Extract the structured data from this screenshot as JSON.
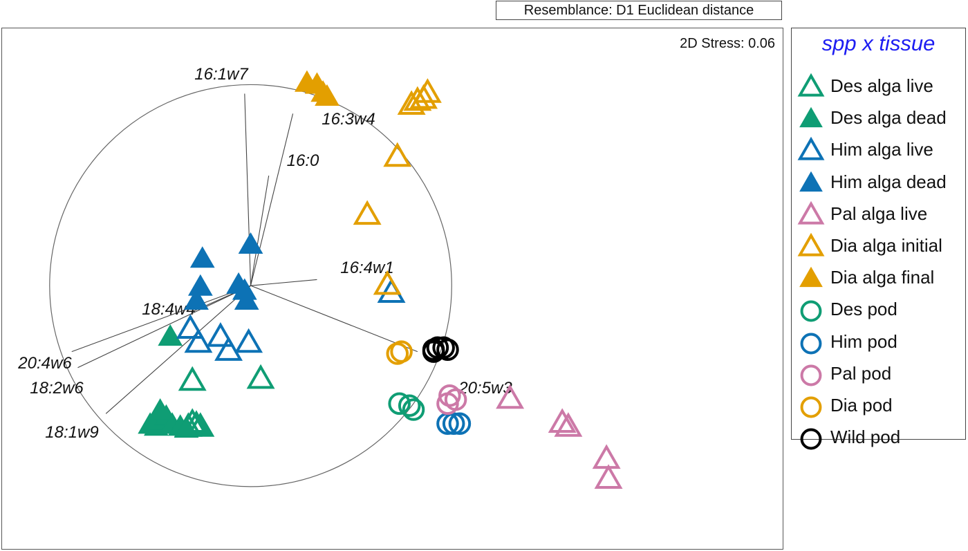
{
  "chart_data": {
    "type": "scatter",
    "subtitle": "Resemblance: D1 Euclidean distance",
    "stress_label": "2D Stress: 0.06",
    "legend_title": "spp x tissue",
    "colors": {
      "green": "#0f9d74",
      "blue": "#0d72b5",
      "pink": "#cc79a7",
      "orange": "#e39f00",
      "black": "#000000"
    },
    "groups": [
      {
        "name": "Des alga live",
        "color": "green",
        "marker": "triangle",
        "filled": false
      },
      {
        "name": "Des alga dead",
        "color": "green",
        "marker": "triangle",
        "filled": true
      },
      {
        "name": "Him alga live",
        "color": "blue",
        "marker": "triangle",
        "filled": false
      },
      {
        "name": "Him alga dead",
        "color": "blue",
        "marker": "triangle",
        "filled": true
      },
      {
        "name": "Pal alga live",
        "color": "pink",
        "marker": "triangle",
        "filled": false
      },
      {
        "name": "Dia alga initial",
        "color": "orange",
        "marker": "triangle",
        "filled": false
      },
      {
        "name": "Dia alga final",
        "color": "orange",
        "marker": "triangle",
        "filled": true
      },
      {
        "name": "Des pod",
        "color": "green",
        "marker": "circle",
        "filled": false
      },
      {
        "name": "Him pod",
        "color": "blue",
        "marker": "circle",
        "filled": false
      },
      {
        "name": "Pal pod",
        "color": "pink",
        "marker": "circle",
        "filled": false
      },
      {
        "name": "Dia pod",
        "color": "orange",
        "marker": "circle",
        "filled": false
      },
      {
        "name": "Wild pod",
        "color": "black",
        "marker": "circle",
        "filled": false
      }
    ],
    "xlim": [
      -1.24,
      2.65
    ],
    "ylim": [
      -1.32,
      1.29
    ],
    "vector_circle_radius": 1,
    "vectors": [
      {
        "label": "16:1w7",
        "x": -0.03,
        "y": 0.96
      },
      {
        "label": "16:3w4",
        "x": 0.21,
        "y": 0.86
      },
      {
        "label": "16:0",
        "x": 0.09,
        "y": 0.55
      },
      {
        "label": "16:4w1",
        "x": 0.33,
        "y": 0.03
      },
      {
        "label": "18:4w4",
        "x": -0.29,
        "y": -0.13
      },
      {
        "label": "20:4w6",
        "x": -0.89,
        "y": -0.33
      },
      {
        "label": "18:2w6",
        "x": -0.86,
        "y": -0.41
      },
      {
        "label": "18:1w9",
        "x": -0.72,
        "y": -0.64
      },
      {
        "label": "20:5w3",
        "x": 0.83,
        "y": -0.33
      }
    ],
    "points": [
      {
        "g": 0,
        "x": -0.29,
        "y": -0.48
      },
      {
        "g": 0,
        "x": -0.29,
        "y": -0.69
      },
      {
        "g": 0,
        "x": -0.27,
        "y": -0.7
      },
      {
        "g": 0,
        "x": -0.25,
        "y": -0.71
      },
      {
        "g": 0,
        "x": -0.31,
        "y": -0.71
      },
      {
        "g": 0,
        "x": 0.05,
        "y": -0.47
      },
      {
        "g": 1,
        "x": -0.4,
        "y": -0.26
      },
      {
        "g": 1,
        "x": -0.5,
        "y": -0.7
      },
      {
        "g": 1,
        "x": -0.47,
        "y": -0.71
      },
      {
        "g": 1,
        "x": -0.44,
        "y": -0.68
      },
      {
        "g": 1,
        "x": -0.42,
        "y": -0.66
      },
      {
        "g": 1,
        "x": -0.39,
        "y": -0.7
      },
      {
        "g": 1,
        "x": -0.35,
        "y": -0.71
      },
      {
        "g": 1,
        "x": -0.32,
        "y": -0.72
      },
      {
        "g": 1,
        "x": -0.45,
        "y": -0.63
      },
      {
        "g": 2,
        "x": -0.3,
        "y": -0.22
      },
      {
        "g": 2,
        "x": -0.26,
        "y": -0.29
      },
      {
        "g": 2,
        "x": -0.15,
        "y": -0.26
      },
      {
        "g": 2,
        "x": -0.11,
        "y": -0.33
      },
      {
        "g": 2,
        "x": -0.01,
        "y": -0.29
      },
      {
        "g": 2,
        "x": 0.7,
        "y": -0.04
      },
      {
        "g": 3,
        "x": -0.24,
        "y": 0.13
      },
      {
        "g": 3,
        "x": -0.25,
        "y": -0.01
      },
      {
        "g": 3,
        "x": -0.27,
        "y": -0.08
      },
      {
        "g": 3,
        "x": 0.0,
        "y": 0.2
      },
      {
        "g": 3,
        "x": -0.06,
        "y": 0.0
      },
      {
        "g": 3,
        "x": -0.03,
        "y": -0.03
      },
      {
        "g": 3,
        "x": -0.02,
        "y": -0.08
      },
      {
        "g": 4,
        "x": 1.29,
        "y": -0.57
      },
      {
        "g": 4,
        "x": 1.55,
        "y": -0.69
      },
      {
        "g": 4,
        "x": 1.58,
        "y": -0.71
      },
      {
        "g": 4,
        "x": 1.77,
        "y": -0.87
      },
      {
        "g": 4,
        "x": 1.78,
        "y": -0.97
      },
      {
        "g": 5,
        "x": 0.58,
        "y": 0.35
      },
      {
        "g": 5,
        "x": 0.73,
        "y": 0.64
      },
      {
        "g": 5,
        "x": 0.8,
        "y": 0.9
      },
      {
        "g": 5,
        "x": 0.83,
        "y": 0.92
      },
      {
        "g": 5,
        "x": 0.86,
        "y": 0.93
      },
      {
        "g": 5,
        "x": 0.88,
        "y": 0.96
      },
      {
        "g": 5,
        "x": 0.68,
        "y": 0.0
      },
      {
        "g": 6,
        "x": 0.28,
        "y": 1.01
      },
      {
        "g": 6,
        "x": 0.33,
        "y": 1.0
      },
      {
        "g": 6,
        "x": 0.36,
        "y": 0.96
      },
      {
        "g": 6,
        "x": 0.38,
        "y": 0.94
      },
      {
        "g": 7,
        "x": 0.74,
        "y": -0.59
      },
      {
        "g": 7,
        "x": 0.79,
        "y": -0.6
      },
      {
        "g": 7,
        "x": 0.81,
        "y": -0.62
      },
      {
        "g": 8,
        "x": 0.98,
        "y": -0.69
      },
      {
        "g": 8,
        "x": 1.01,
        "y": -0.69
      },
      {
        "g": 8,
        "x": 1.04,
        "y": -0.69
      },
      {
        "g": 9,
        "x": 0.99,
        "y": -0.55
      },
      {
        "g": 9,
        "x": 1.02,
        "y": -0.57
      },
      {
        "g": 9,
        "x": 0.98,
        "y": -0.59
      },
      {
        "g": 10,
        "x": 0.73,
        "y": -0.34
      },
      {
        "g": 10,
        "x": 0.75,
        "y": -0.33
      },
      {
        "g": 11,
        "x": 0.91,
        "y": -0.32
      },
      {
        "g": 11,
        "x": 0.93,
        "y": -0.31
      },
      {
        "g": 11,
        "x": 0.96,
        "y": -0.31
      },
      {
        "g": 11,
        "x": 0.98,
        "y": -0.32
      },
      {
        "g": 11,
        "x": 0.91,
        "y": -0.33
      }
    ]
  }
}
